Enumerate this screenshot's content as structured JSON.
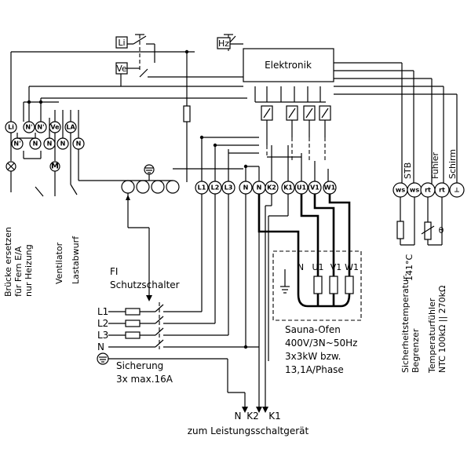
{
  "elektronik": "Elektronik",
  "switches": {
    "li": "Li",
    "ve": "Ve",
    "hz": "Hz"
  },
  "left_terminals": [
    "Li",
    "N'",
    "N'",
    "Ve",
    "LA",
    "N'",
    "N",
    "N",
    "N",
    "N"
  ],
  "main_terminals": [
    "L1",
    "L2",
    "L3",
    "N",
    "K2",
    "K1",
    "U1",
    "V1",
    "W1"
  ],
  "right_terminals": [
    "ws",
    "ws",
    "rt",
    "rt",
    "⊥"
  ],
  "left_labels": {
    "bruecke": [
      "Brücke ersetzen",
      "für Fern E/A",
      "nur Heizung"
    ],
    "ventilator": "Ventilator",
    "lastabwurf": "Lastabwurf"
  },
  "fi": [
    "FI",
    "Schutzschalter"
  ],
  "mains": [
    "L1",
    "L2",
    "L3",
    "N"
  ],
  "sicherung": [
    "Sicherung",
    "3x max.16A"
  ],
  "ofen_terms": [
    "N",
    "U1",
    "V1",
    "W1"
  ],
  "ofen_text": [
    "Sauna-Ofen",
    "400V/3N~50Hz",
    "3x3kW bzw.",
    "13,1A/Phase"
  ],
  "bottom_outputs": [
    "N",
    "K2",
    "K1"
  ],
  "bottom_label": "zum Leistungsschaltgerät",
  "right_labels": {
    "stb": "STB",
    "fuehler": "Fühler",
    "schirm": "Schirm",
    "stb_desc": [
      "Sicherheitstemperatur-",
      "Begrenzer"
    ],
    "stb_temp": "141°C",
    "ntc_desc": "Temperaturfühler",
    "ntc_vals": "NTC 100kΩ || 270kΩ",
    "theta": "θ"
  }
}
